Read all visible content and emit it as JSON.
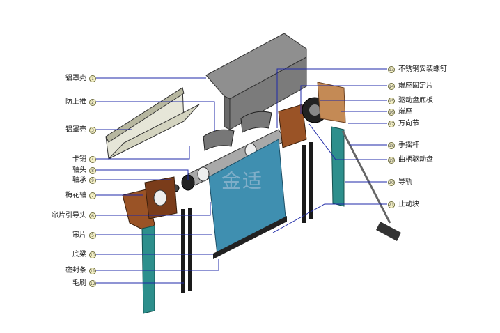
{
  "colors": {
    "leader": "#1f2aa8",
    "housing": "#6e6e6e",
    "rail": "#2d8f8c",
    "bracket": "#8a4a22",
    "curtain": "#3f8fb0"
  },
  "watermark": "金适",
  "labels_left": [
    {
      "num": "1",
      "text": "铝罩壳"
    },
    {
      "num": "2",
      "text": "防上推"
    },
    {
      "num": "3",
      "text": "铝罩壳"
    },
    {
      "num": "4",
      "text": "卡销"
    },
    {
      "num": "8",
      "text": "轴头"
    },
    {
      "num": "9",
      "text": "轴承"
    },
    {
      "num": "7",
      "text": "梅花轴"
    },
    {
      "num": "6",
      "text": "帘片引导头"
    },
    {
      "num": "5",
      "text": "帘片"
    },
    {
      "num": "10",
      "text": "底梁"
    },
    {
      "num": "11",
      "text": "密封条"
    },
    {
      "num": "12",
      "text": "毛刷"
    }
  ],
  "labels_right": [
    {
      "num": "13",
      "text": "不锈钢安装螺钉"
    },
    {
      "num": "14",
      "text": "端座固定片"
    },
    {
      "num": "15",
      "text": "驱动盘底板"
    },
    {
      "num": "16",
      "text": "端座"
    },
    {
      "num": "17",
      "text": "万向节"
    },
    {
      "num": "18",
      "text": "手摇杆"
    },
    {
      "num": "19",
      "text": "曲柄驱动盘"
    },
    {
      "num": "20",
      "text": "导轨"
    },
    {
      "num": "21",
      "text": "止动块"
    }
  ]
}
